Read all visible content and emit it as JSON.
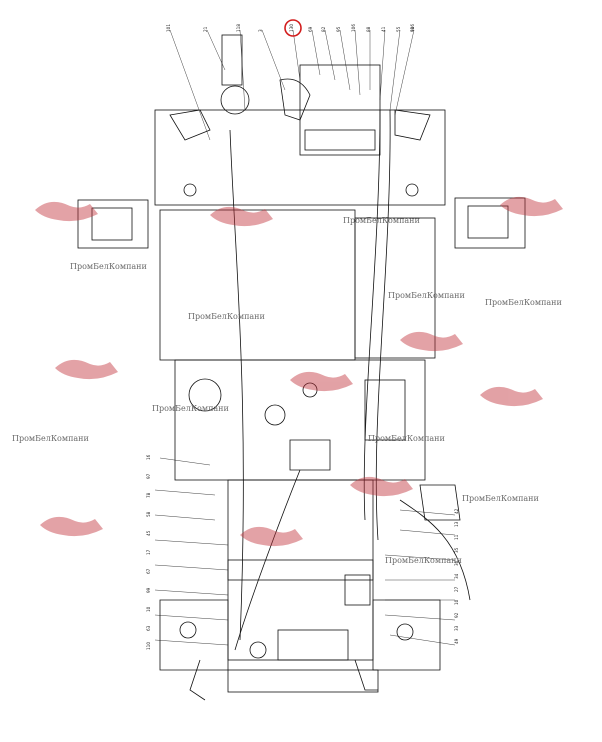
{
  "diagram": {
    "kind": "engine-assembly-parts-drawing",
    "highlighted_callout": "130",
    "highlight_color": "#d21c1c",
    "line_color": "#111111",
    "watermark_color": "#c0303a"
  },
  "watermarks": [
    {
      "id": "wm1",
      "text": "ПромБелКомпани"
    },
    {
      "id": "wm2",
      "text": "ПромБелКомпани"
    },
    {
      "id": "wm3",
      "text": "ПромБелКомпани"
    },
    {
      "id": "wm4",
      "text": "ПромБелКомпани"
    },
    {
      "id": "wm5",
      "text": "ПромБелКомпани"
    },
    {
      "id": "wm6",
      "text": "ПромБелКомпани"
    },
    {
      "id": "wm7",
      "text": "ПромБелКомпани"
    },
    {
      "id": "wm8",
      "text": "ПромБелКомпани"
    },
    {
      "id": "wm9",
      "text": "ПромБелКомпани"
    },
    {
      "id": "wm10",
      "text": "ПромБелКомпани"
    }
  ],
  "callouts_top": [
    "101",
    "21",
    "118",
    "3",
    "130",
    "69",
    "82",
    "95",
    "106",
    "88",
    "41",
    "55",
    "98",
    "116"
  ],
  "callouts_left": [
    "16",
    "97",
    "78",
    "58",
    "45",
    "17",
    "67",
    "99",
    "10",
    "63",
    "110"
  ],
  "callouts_right": [
    "42",
    "13",
    "11",
    "35",
    "36",
    "34",
    "27",
    "10",
    "92",
    "33",
    "49"
  ]
}
